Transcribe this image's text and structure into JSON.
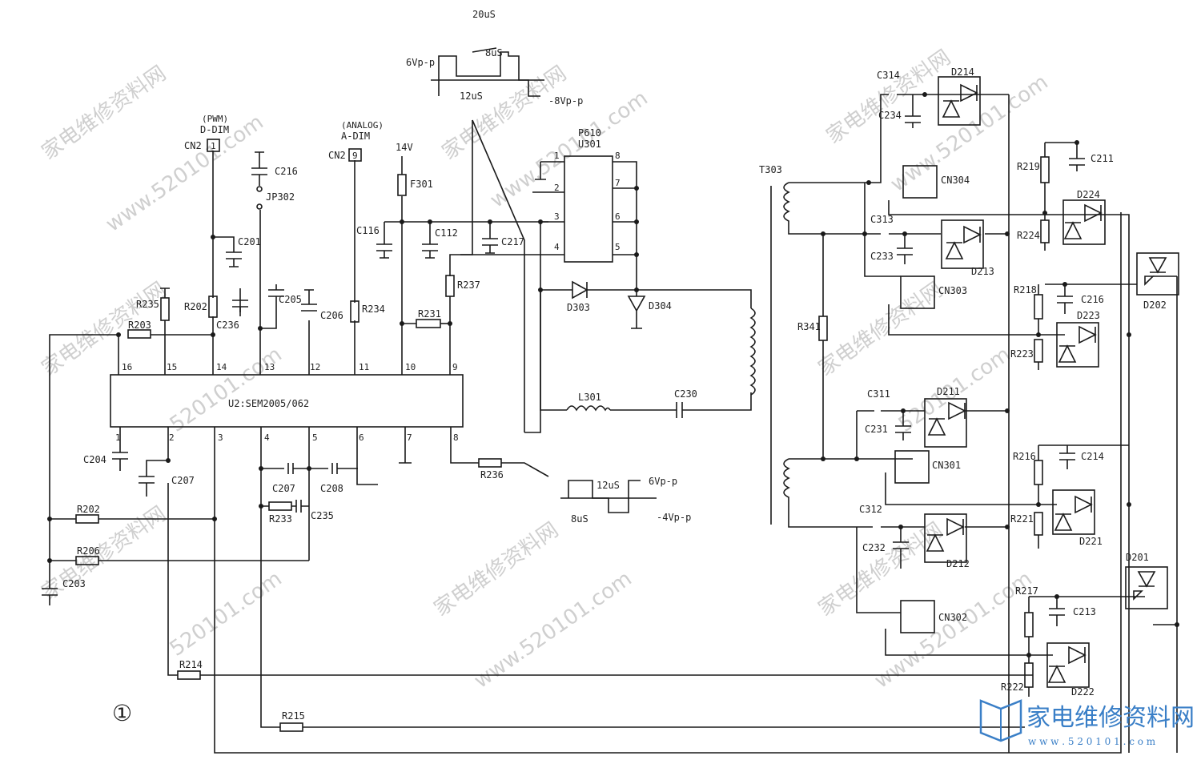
{
  "figure_number": "①",
  "ic_main": {
    "label": "U2:SEM2005/062",
    "pins_top": [
      "16",
      "15",
      "14",
      "13",
      "12",
      "11",
      "10",
      "9"
    ],
    "pins_bottom": [
      "1",
      "2",
      "3",
      "4",
      "5",
      "6",
      "7",
      "8"
    ]
  },
  "ic_driver": {
    "part": "P610",
    "ref": "U301",
    "pins": [
      "1",
      "2",
      "3",
      "4",
      "8",
      "7",
      "6",
      "5"
    ]
  },
  "connectors": {
    "cn2_dim": {
      "ref": "CN2",
      "pin": "1",
      "mode": "(PWM)",
      "label": "D-DIM"
    },
    "cn2_adim": {
      "ref": "CN2",
      "pin": "9",
      "mode": "(ANALOG)",
      "label": "A-DIM"
    },
    "others": [
      "CN304",
      "CN303",
      "CN301",
      "CN302"
    ]
  },
  "supply": {
    "voltage": "14V",
    "fuse": "F301"
  },
  "jumper": "JP302",
  "transformer": "T303",
  "inductor": "L301",
  "resistors": [
    "R235",
    "R203",
    "R202",
    "R234",
    "R231",
    "R237",
    "R236",
    "R233",
    "R202",
    "R206",
    "R214",
    "R215",
    "R341",
    "R219",
    "R224",
    "R218",
    "R223",
    "R216",
    "R221",
    "R217",
    "R222"
  ],
  "capacitors": [
    "C216",
    "C201",
    "C236",
    "C205",
    "C206",
    "C116",
    "C112",
    "C217",
    "C204",
    "C207",
    "C207",
    "C208",
    "C235",
    "C203",
    "C230",
    "C314",
    "C234",
    "C313",
    "C233",
    "C311",
    "C231",
    "C312",
    "C232",
    "C211",
    "C216",
    "C214",
    "C213"
  ],
  "diodes": [
    "D303",
    "D304",
    "D214",
    "D213",
    "D211",
    "D212",
    "D224",
    "D223",
    "D221",
    "D222",
    "D202",
    "D201"
  ],
  "waveform_top": {
    "period": "20uS",
    "high": "6Vp-p",
    "low": "-8Vp-p",
    "w1": "12uS",
    "w2": "8uS"
  },
  "waveform_bottom": {
    "high": "6Vp-p",
    "low": "-4Vp-p",
    "w1": "12uS",
    "w2": "8uS"
  },
  "watermark": {
    "text": "家电维修资料网",
    "url": "www.520101.com",
    "short": "520101.com"
  },
  "logo": {
    "text": "家电维修资料网",
    "url": "w w w . 5 2 0 1 0 1 . c o m"
  },
  "colors": {
    "ink": "#1a1a1a",
    "watermark": "#cfcfcf",
    "logo": "#3a7fc7"
  }
}
